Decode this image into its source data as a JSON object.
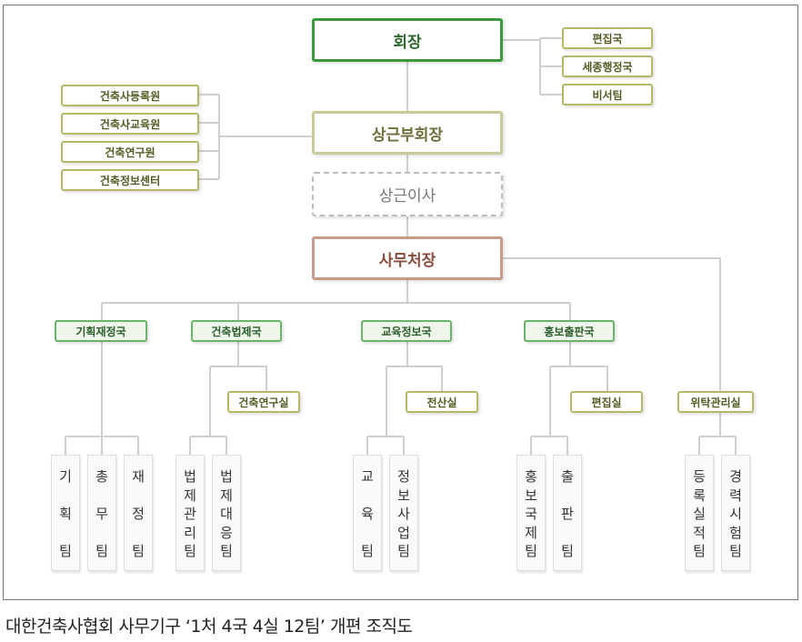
{
  "chairman": "회장",
  "chairman_units": [
    "편집국",
    "세종행정국",
    "비서팀"
  ],
  "vice_chairman": "상근부회장",
  "vice_units": [
    "건축사등록원",
    "건축사교육원",
    "건축연구원",
    "건축정보센터"
  ],
  "director": "상근이사",
  "secretary_general": "사무처장",
  "departments": [
    "기획재정국",
    "건축법제국",
    "교육정보국",
    "홍보출판국"
  ],
  "offices": [
    "건축연구실",
    "전산실",
    "편집실",
    "위탁관리실"
  ],
  "teams": [
    [
      "기",
      "획",
      "팀"
    ],
    [
      "총",
      "무",
      "팀"
    ],
    [
      "재",
      "정",
      "팀"
    ],
    [
      "법",
      "제",
      "관",
      "리",
      "팀"
    ],
    [
      "법",
      "제",
      "대",
      "응",
      "팀"
    ],
    [
      "교",
      "육",
      "팀"
    ],
    [
      "정",
      "보",
      "사",
      "업",
      "팀"
    ],
    [
      "홍",
      "보",
      "국",
      "제",
      "팀"
    ],
    [
      "출",
      "판",
      "팀"
    ],
    [
      "등",
      "록",
      "실",
      "적",
      "팀"
    ],
    [
      "경",
      "력",
      "시",
      "험",
      "팀"
    ]
  ],
  "caption": "대한건축사협회 사무기구 ‘1처 4국 4실 12팀’ 개편 조직도",
  "colors": {
    "chairman": "#3a9a3a",
    "vice": "#c9c99a",
    "secretary": "#c99a8a",
    "dept": "#6ab46a",
    "line": "#cccccc"
  }
}
